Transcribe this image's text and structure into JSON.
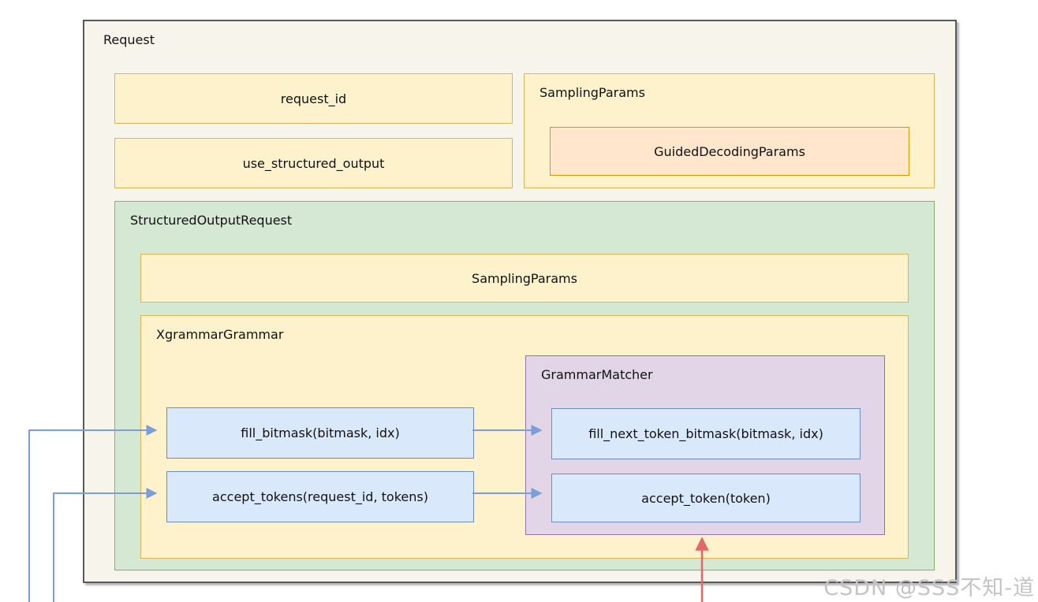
{
  "nodes": {
    "request": "Request",
    "request_id": "request_id",
    "use_structured_output": "use_structured_output",
    "sampling_params": "SamplingParams",
    "guided_decoding_params": "GuidedDecodingParams",
    "structured_output_request": "StructuredOutputRequest",
    "inner_sampling_params": "SamplingParams",
    "xgrammar_grammar": "XgrammarGrammar",
    "fill_bitmask": "fill_bitmask(bitmask, idx)",
    "accept_tokens": "accept_tokens(request_id, tokens)",
    "grammar_matcher": "GrammarMatcher",
    "fill_next_token_bitmask": "fill_next_token_bitmask(bitmask, idx)",
    "accept_token": "accept_token(token)"
  },
  "watermark": "CSDN @SSS不知-道",
  "colors": {
    "canvas_fill": "#f7f4ec",
    "canvas_border": "#595959",
    "yellow_fill": "#fef2cd",
    "yellow_border": "#d6b656",
    "orange_fill": "#ffe6cc",
    "orange_border": "#d79b00",
    "green_fill": "#d5e8d4",
    "green_border": "#82b366",
    "blue_fill": "#dae8fc",
    "blue_border": "#6c8ebf",
    "purple_fill": "#e1d5e7",
    "purple_border": "#9673a6",
    "arrow_blue": "#7b9ed8",
    "arrow_red": "#e2696a"
  }
}
